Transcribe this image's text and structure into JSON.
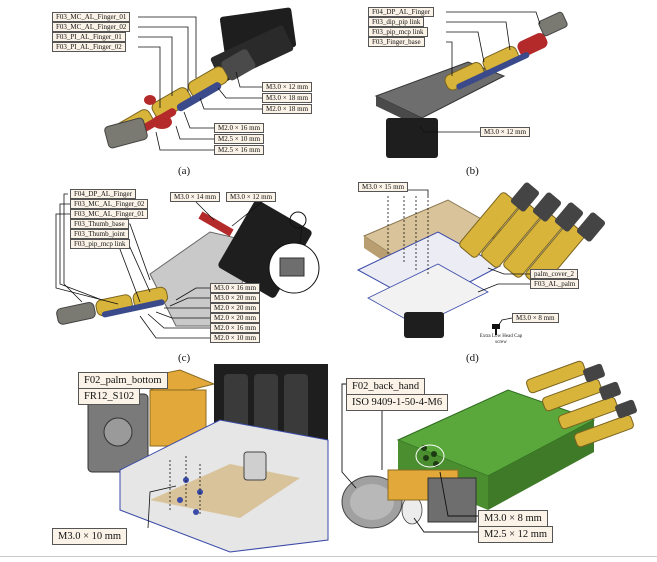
{
  "panels": {
    "a": {
      "caption": "(a)",
      "labels": [
        "F03_MC_AL_Finger_01",
        "F03_MC_AL_Finger_02",
        "F03_PI_AL_Finger_01",
        "F03_PI_AL_Finger_02"
      ],
      "screws": [
        "M3.0 × 12 mm",
        "M3.0 × 18 mm",
        "M2.0 × 18 mm",
        "M2.0 × 16 mm",
        "M2.5 × 10 mm",
        "M2.5 × 16 mm"
      ]
    },
    "b": {
      "caption": "(b)",
      "labels": [
        "F04_DP_AL_Finger",
        "F03_dip_pip link",
        "F03_pip_mcp link",
        "F03_Finger_base"
      ],
      "screws": [
        "M3.0 × 12 mm"
      ]
    },
    "c": {
      "caption": "(c)",
      "labels": [
        "F04_DP_AL_Finger",
        "F03_MC_AL_Finger_02",
        "F03_MC_AL_Finger_01",
        "F03_Thumb_base",
        "F03_Thumb_joint",
        "F03_pip_mcp link"
      ],
      "top_screws": [
        "M3.0 × 14 mm",
        "M3.0 × 12 mm"
      ],
      "screws": [
        "M3.0 × 16 mm",
        "M3.0 × 20 mm",
        "M2.0 × 20 mm",
        "M2.0 × 20 mm",
        "M2.0 × 16 mm",
        "M2.0 × 10 mm"
      ]
    },
    "d": {
      "caption": "(d)",
      "top_screw": "M3.0 × 15 mm",
      "labels": [
        "palm_cover_2",
        "F03_AL_palm"
      ],
      "screw": "M3.0 × 8 mm",
      "note": "Extra Low Head Cap screw"
    },
    "e": {
      "labels": [
        "F02_palm_bottom",
        "FR12_S102"
      ],
      "screw": "M3.0 × 10 mm"
    },
    "f": {
      "labels": [
        "F02_back_hand",
        "ISO 9409-1-50-4-M6"
      ],
      "screws": [
        "M3.0 × 8 mm",
        "M2.5 × 12 mm"
      ]
    }
  },
  "colors": {
    "finger_yellow": "#d8b43a",
    "link_red": "#b42a2a",
    "tip_gray": "#7a7a72",
    "servo_black": "#1e1e1e",
    "palm_tan": "#d9c39a",
    "panel_green": "#5aa83c",
    "base_orange": "#e2a93a",
    "leader_black": "#111111"
  }
}
